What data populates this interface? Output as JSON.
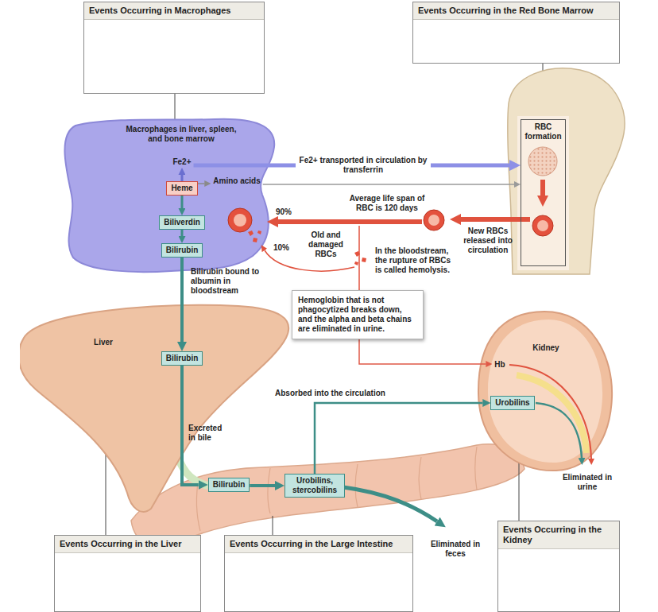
{
  "diagram": {
    "nodes": [
      {
        "text": [
          "Events Occurring in Macrophages"
        ]
      },
      {
        "text": [
          "Events Occurring in the Red Bone Marrow"
        ]
      },
      {
        "text": [
          "Macrophages in liver, spleen, and bone marrow"
        ]
      },
      {
        "text": [
          "Fe2+"
        ],
        "in": 2
      },
      {
        "text": [
          "Heme"
        ],
        "in": 2
      },
      {
        "text": [
          "Amino acids"
        ],
        "in": 2
      },
      {
        "text": [
          "Biliverdin"
        ],
        "in": 2
      },
      {
        "text": [
          "Bilirubin"
        ],
        "in": 2
      },
      {
        "text": [
          "RBC formation"
        ]
      },
      {
        "text": [
          "Hemoglobin that is not phagocytized breaks down, and the alpha and beta chains are eliminated in urine."
        ]
      },
      {
        "text": [
          "Liver"
        ]
      },
      {
        "text": [
          "Bilirubin"
        ],
        "in": 10
      },
      {
        "text": [
          "Bilirubin"
        ]
      },
      {
        "text": [
          "Urobilins, stercobilins"
        ]
      },
      {
        "text": [
          "Kidney"
        ]
      },
      {
        "text": [
          "Hb"
        ],
        "in": 14
      },
      {
        "text": [
          "Urobilins"
        ],
        "in": 14
      },
      {
        "text": [
          "Events Occurring in the Liver"
        ]
      },
      {
        "text": [
          "Events Occurring in the Large Intestine"
        ]
      },
      {
        "text": [
          "Events Occurring in the Kidney"
        ]
      }
    ],
    "edges": [
      {
        "from": 4,
        "to": 3,
        "arrow": "to"
      },
      {
        "from": 4,
        "to": 5,
        "arrow": "to"
      },
      {
        "from": 3,
        "to": 8,
        "label": "Fe2+ transported in circulation by transferrin",
        "arrow": "to"
      },
      {
        "from": 5,
        "to": 8,
        "arrow": "to"
      },
      {
        "from": 4,
        "to": 6,
        "arrow": "to"
      },
      {
        "from": 6,
        "to": 7,
        "arrow": "to"
      },
      {
        "from": 7,
        "to": 11,
        "label": "Bilirubin bound to albumin in bloodstream",
        "arrow": "to"
      },
      {
        "from": 11,
        "to": 12,
        "label": "Excreted in bile",
        "arrow": "to"
      },
      {
        "from": 12,
        "to": 13,
        "arrow": "to"
      },
      {
        "from": 13,
        "to": 16,
        "label": "Absorbed into the circulation",
        "arrow": "to"
      },
      {
        "from": 9,
        "to": 15,
        "arrow": "to"
      }
    ],
    "labels": [
      "90%",
      "Average life span of RBC is 120 days",
      "Old and damaged RBCs",
      "10%",
      "In the bloodstream, the rupture of RBCs is called hemolysis.",
      "New RBCs released into circulation",
      "Eliminated in feces",
      "Eliminated in urine"
    ]
  }
}
